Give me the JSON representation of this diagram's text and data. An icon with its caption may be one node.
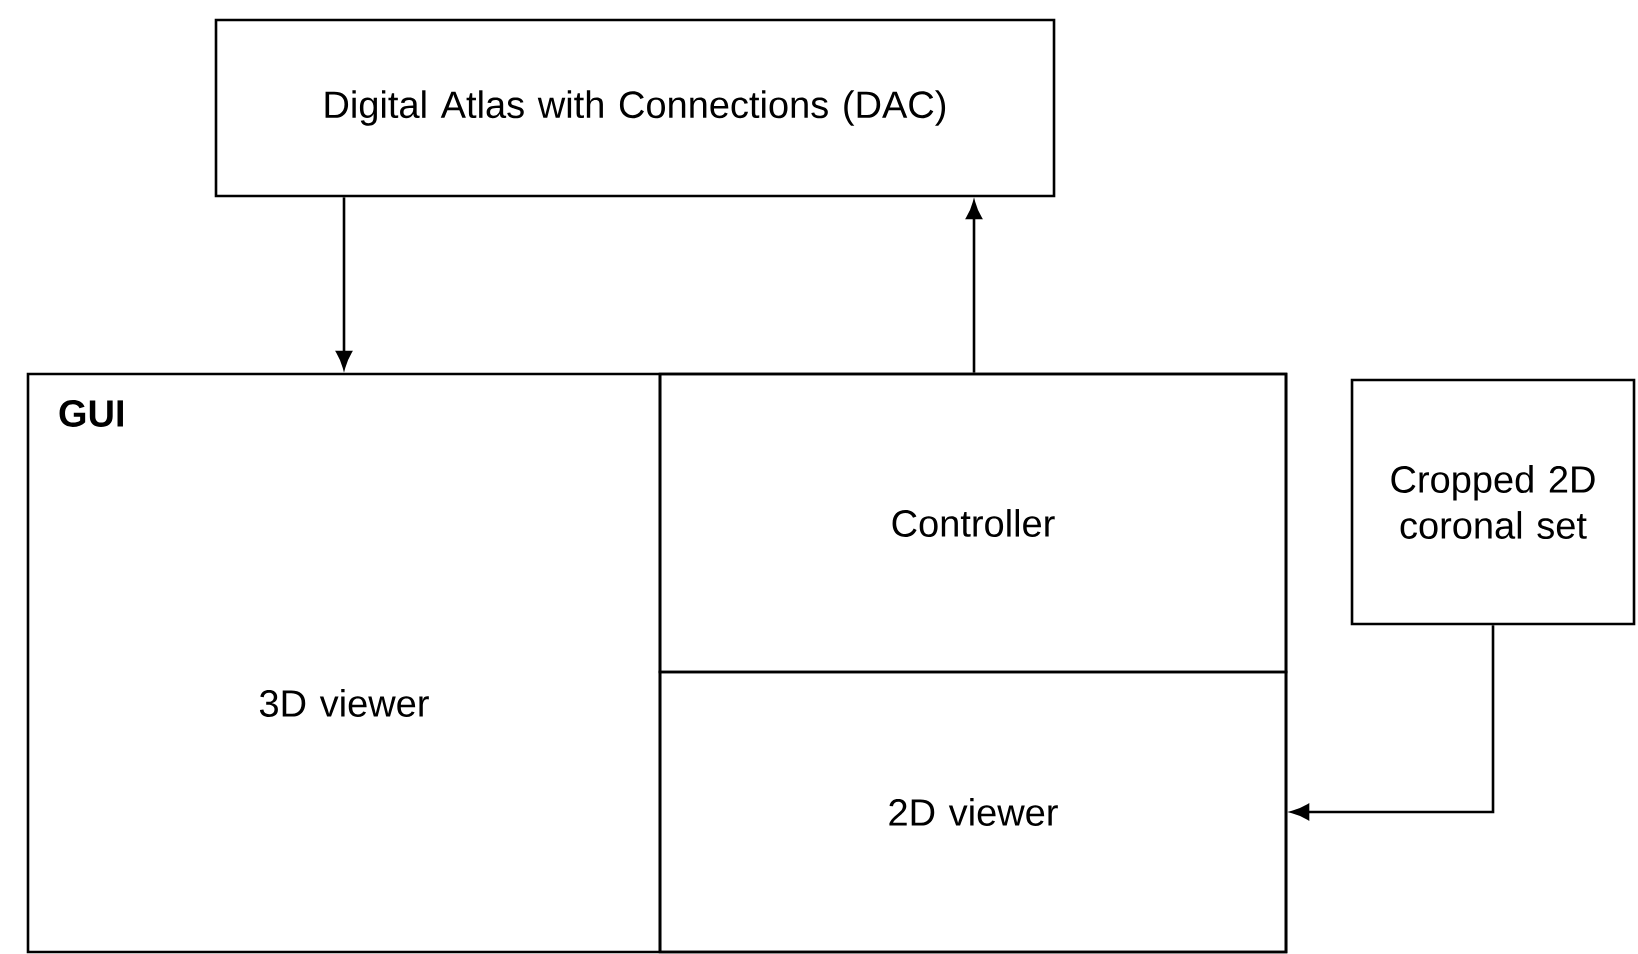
{
  "diagram": {
    "nodes": [
      {
        "text": [
          "Digital Atlas with Connections (DAC)"
        ]
      },
      {
        "text": [
          "GUI"
        ]
      },
      {
        "text": [
          "3D viewer"
        ],
        "in": 1
      },
      {
        "text": [
          "Controller"
        ],
        "in": 1
      },
      {
        "text": [
          "2D viewer"
        ],
        "in": 1
      },
      {
        "text": [
          "Cropped 2D coronal set"
        ]
      }
    ],
    "edges": [
      {
        "from": 0,
        "to": 1,
        "arrow": "to"
      },
      {
        "from": 3,
        "to": 0,
        "arrow": "to"
      },
      {
        "from": 5,
        "to": 4,
        "arrow": "to"
      }
    ]
  }
}
